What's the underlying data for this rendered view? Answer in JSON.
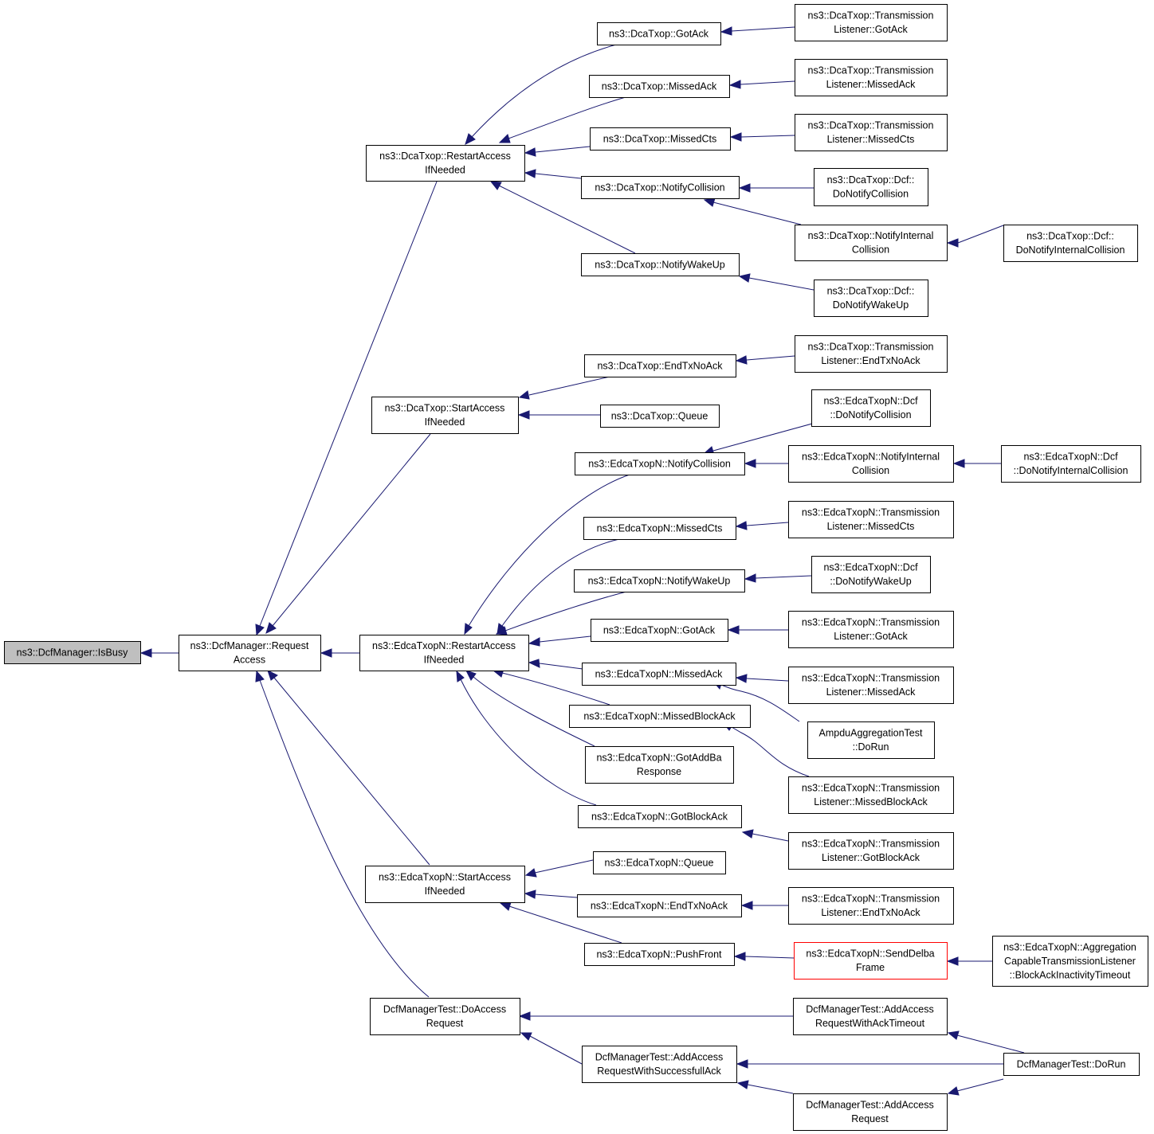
{
  "diagram": {
    "root": "ns3::DcfManager::IsBusy",
    "nodes": {
      "isbusy": [
        "ns3::DcfManager::IsBusy"
      ],
      "requestaccess": [
        "ns3::DcfManager::Request",
        "Access"
      ],
      "dca_restart": [
        "ns3::DcaTxop::RestartAccess",
        "IfNeeded"
      ],
      "dca_start": [
        "ns3::DcaTxop::StartAccess",
        "IfNeeded"
      ],
      "edca_restart": [
        "ns3::EdcaTxopN::RestartAccess",
        "IfNeeded"
      ],
      "edca_start": [
        "ns3::EdcaTxopN::StartAccess",
        "IfNeeded"
      ],
      "dmt_doaccess": [
        "DcfManagerTest::DoAccess",
        "Request"
      ],
      "dca_gotack": [
        "ns3::DcaTxop::GotAck"
      ],
      "dca_missedack": [
        "ns3::DcaTxop::MissedAck"
      ],
      "dca_missedcts": [
        "ns3::DcaTxop::MissedCts"
      ],
      "dca_notifycoll": [
        "ns3::DcaTxop::NotifyCollision"
      ],
      "dca_notifywake": [
        "ns3::DcaTxop::NotifyWakeUp"
      ],
      "dca_endtxnoack": [
        "ns3::DcaTxop::EndTxNoAck"
      ],
      "dca_queue": [
        "ns3::DcaTxop::Queue"
      ],
      "edca_notifycoll": [
        "ns3::EdcaTxopN::NotifyCollision"
      ],
      "edca_missedcts": [
        "ns3::EdcaTxopN::MissedCts"
      ],
      "edca_notifywake": [
        "ns3::EdcaTxopN::NotifyWakeUp"
      ],
      "edca_gotack": [
        "ns3::EdcaTxopN::GotAck"
      ],
      "edca_missedack": [
        "ns3::EdcaTxopN::MissedAck"
      ],
      "edca_missedblock": [
        "ns3::EdcaTxopN::MissedBlockAck"
      ],
      "edca_gotaddba": [
        "ns3::EdcaTxopN::GotAddBa",
        "Response"
      ],
      "edca_gotblock": [
        "ns3::EdcaTxopN::GotBlockAck"
      ],
      "edca_queue": [
        "ns3::EdcaTxopN::Queue"
      ],
      "edca_endtxnoack": [
        "ns3::EdcaTxopN::EndTxNoAck"
      ],
      "edca_pushfront": [
        "ns3::EdcaTxopN::PushFront"
      ],
      "dmt_withsuccess": [
        "DcfManagerTest::AddAccess",
        "RequestWithSuccessfullAck"
      ],
      "tl_dca_gotack": [
        "ns3::DcaTxop::Transmission",
        "Listener::GotAck"
      ],
      "tl_dca_missedack": [
        "ns3::DcaTxop::Transmission",
        "Listener::MissedAck"
      ],
      "tl_dca_missedcts": [
        "ns3::DcaTxop::Transmission",
        "Listener::MissedCts"
      ],
      "dca_dcf_donotifycoll": [
        "ns3::DcaTxop::Dcf::",
        "DoNotifyCollision"
      ],
      "dca_notifyinternal": [
        "ns3::DcaTxop::NotifyInternal",
        "Collision"
      ],
      "dca_dcf_donotifywake": [
        "ns3::DcaTxop::Dcf::",
        "DoNotifyWakeUp"
      ],
      "tl_dca_endtxnoack": [
        "ns3::DcaTxop::Transmission",
        "Listener::EndTxNoAck"
      ],
      "edca_dcf_donotifycoll": [
        "ns3::EdcaTxopN::Dcf",
        "::DoNotifyCollision"
      ],
      "edca_notifyinternal": [
        "ns3::EdcaTxopN::NotifyInternal",
        "Collision"
      ],
      "tl_edca_missedcts": [
        "ns3::EdcaTxopN::Transmission",
        "Listener::MissedCts"
      ],
      "edca_dcf_donotifywake": [
        "ns3::EdcaTxopN::Dcf",
        "::DoNotifyWakeUp"
      ],
      "tl_edca_gotack": [
        "ns3::EdcaTxopN::Transmission",
        "Listener::GotAck"
      ],
      "tl_edca_missedack": [
        "ns3::EdcaTxopN::Transmission",
        "Listener::MissedAck"
      ],
      "ampdu_dorun": [
        "AmpduAggregationTest",
        "::DoRun"
      ],
      "tl_edca_missedblock": [
        "ns3::EdcaTxopN::Transmission",
        "Listener::MissedBlockAck"
      ],
      "tl_edca_gotblock": [
        "ns3::EdcaTxopN::Transmission",
        "Listener::GotBlockAck"
      ],
      "tl_edca_endtxnoack": [
        "ns3::EdcaTxopN::Transmission",
        "Listener::EndTxNoAck"
      ],
      "edca_senddelba": [
        "ns3::EdcaTxopN::SendDelba",
        "Frame"
      ],
      "dmt_withacktimeout": [
        "DcfManagerTest::AddAccess",
        "RequestWithAckTimeout"
      ],
      "dmt_addaccess": [
        "DcfManagerTest::AddAccess",
        "Request"
      ],
      "dca_dcf_donotifyinternal": [
        "ns3::DcaTxop::Dcf::",
        "DoNotifyInternalCollision"
      ],
      "edca_dcf_donotifyinternal": [
        "ns3::EdcaTxopN::Dcf",
        "::DoNotifyInternalCollision"
      ],
      "agg_blockackinactivity": [
        "ns3::EdcaTxopN::Aggregation",
        "CapableTransmissionListener",
        "::BlockAckInactivityTimeout"
      ],
      "dmt_dorun": [
        "DcfManagerTest::DoRun"
      ]
    },
    "colors": {
      "edge": "#191970",
      "root_fill": "#bfbfbf",
      "node_border": "#000000",
      "highlight_border": "#ff0000"
    }
  }
}
